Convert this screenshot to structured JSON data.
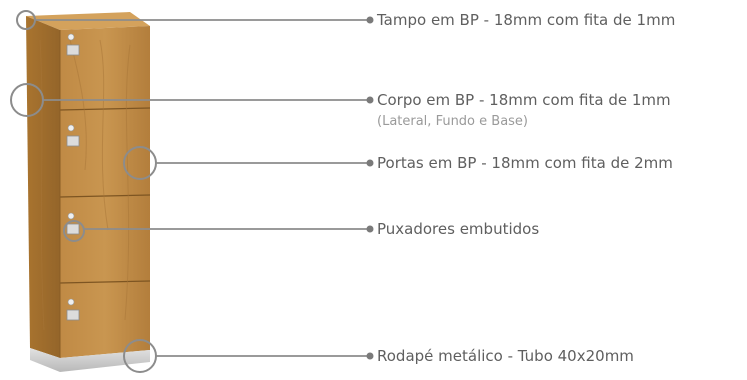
{
  "callouts": [
    {
      "id": "tampo",
      "label": "Tampo em BP - 18mm com fita de 1mm",
      "note": ""
    },
    {
      "id": "corpo",
      "label": "Corpo em BP - 18mm com fita de 1mm",
      "note": "(Lateral, Fundo e Base)"
    },
    {
      "id": "portas",
      "label": "Portas em BP - 18mm com fita de 2mm",
      "note": ""
    },
    {
      "id": "puxadores",
      "label": "Puxadores embutidos",
      "note": ""
    },
    {
      "id": "rodape",
      "label": "Rodapé metálico - Tubo 40x20mm",
      "note": ""
    }
  ],
  "colors": {
    "wood": "#b78440",
    "wood_dark": "#8f6128",
    "wood_side": "#9e6e33",
    "base_metal": "#cfcfcf",
    "callout_line": "#8c8c8c",
    "label_text": "#5f5f5f"
  }
}
